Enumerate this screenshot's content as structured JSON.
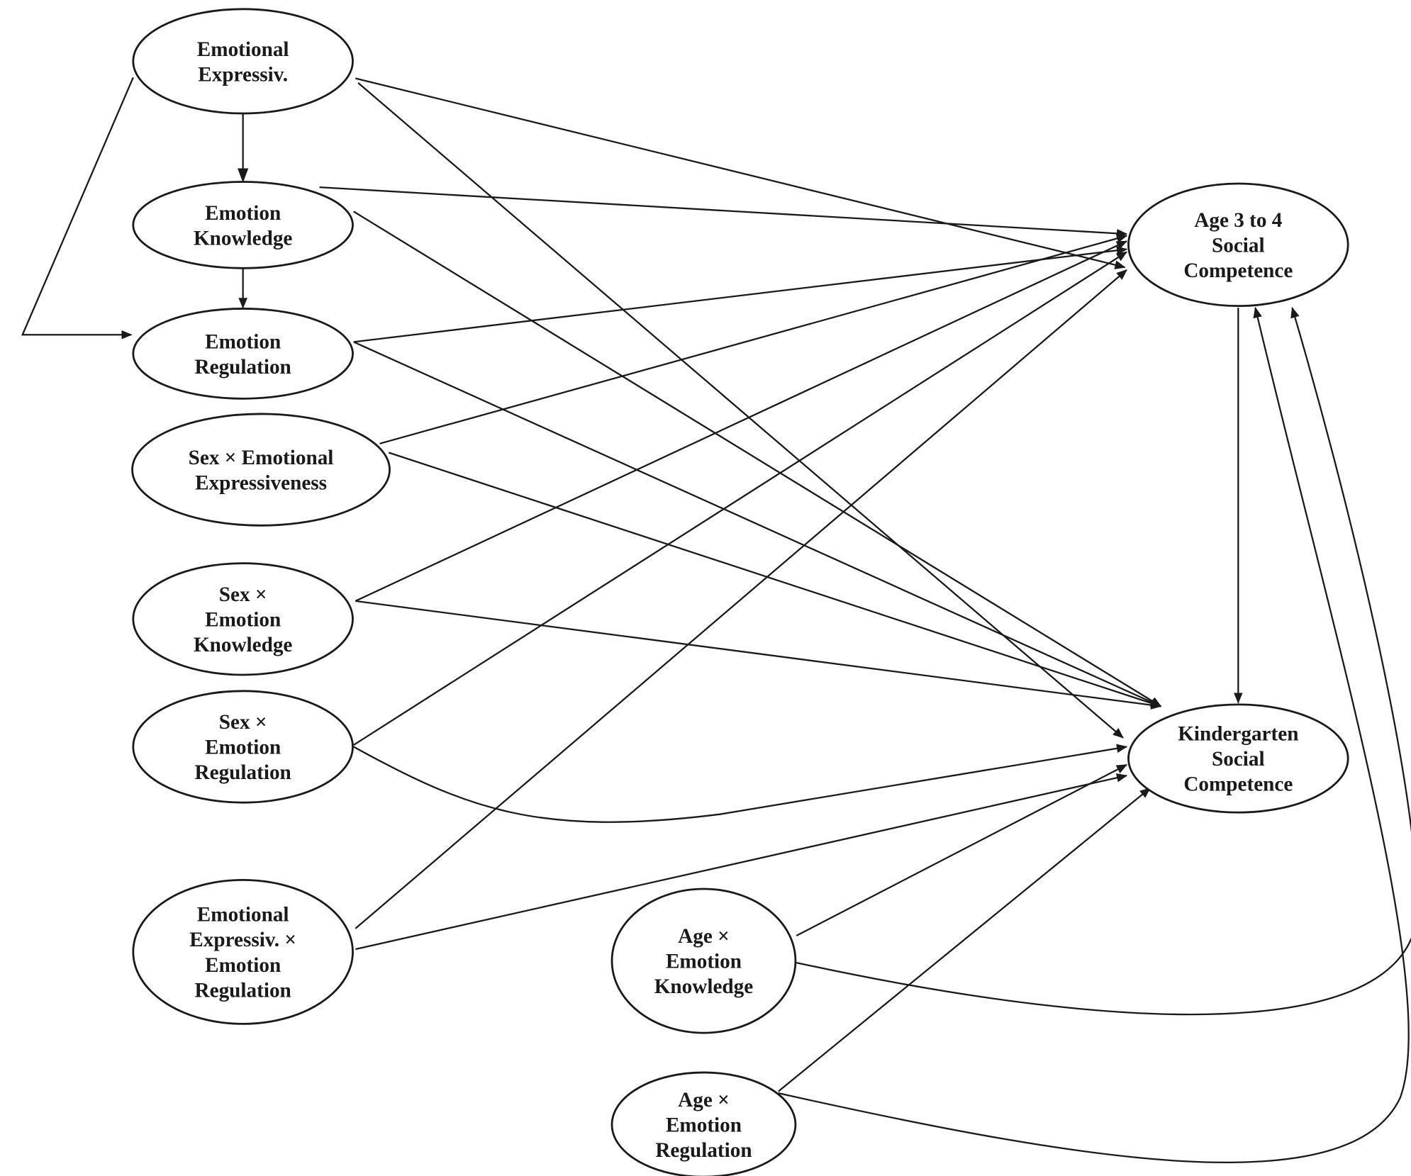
{
  "diagram": {
    "type": "path-model",
    "line_color": "#1a1a1a",
    "nodes": [
      {
        "id": "ee",
        "lines": [
          "Emotional",
          "Expressiv."
        ]
      },
      {
        "id": "ek",
        "lines": [
          "Emotion",
          "Knowledge"
        ]
      },
      {
        "id": "er",
        "lines": [
          "Emotion",
          "Regulation"
        ]
      },
      {
        "id": "sxee",
        "lines": [
          "Sex × Emotional",
          "Expressiveness"
        ]
      },
      {
        "id": "sxek",
        "lines": [
          "Sex ×",
          "Emotion",
          "Knowledge"
        ]
      },
      {
        "id": "sxer",
        "lines": [
          "Sex ×",
          "Emotion",
          "Regulation"
        ]
      },
      {
        "id": "eexer",
        "lines": [
          "Emotional",
          "Expressiv. ×",
          "Emotion",
          "Regulation"
        ]
      },
      {
        "id": "agexek",
        "lines": [
          "Age ×",
          "Emotion",
          "Knowledge"
        ]
      },
      {
        "id": "agexer",
        "lines": [
          "Age ×",
          "Emotion",
          "Regulation"
        ]
      },
      {
        "id": "a34",
        "lines": [
          "Age 3 to 4",
          "Social",
          "Competence"
        ]
      },
      {
        "id": "kg",
        "lines": [
          "Kindergarten",
          "Social",
          "Competence"
        ]
      }
    ],
    "edges": [
      {
        "from": "ee",
        "to": "ek"
      },
      {
        "from": "ek",
        "to": "er"
      },
      {
        "from": "ee",
        "to": "er"
      },
      {
        "from": "ee",
        "to": "a34"
      },
      {
        "from": "ee",
        "to": "kg"
      },
      {
        "from": "ek",
        "to": "a34"
      },
      {
        "from": "ek",
        "to": "kg"
      },
      {
        "from": "er",
        "to": "a34"
      },
      {
        "from": "er",
        "to": "kg"
      },
      {
        "from": "sxee",
        "to": "a34"
      },
      {
        "from": "sxee",
        "to": "kg"
      },
      {
        "from": "sxek",
        "to": "a34"
      },
      {
        "from": "sxek",
        "to": "kg"
      },
      {
        "from": "sxer",
        "to": "a34"
      },
      {
        "from": "sxer",
        "to": "kg"
      },
      {
        "from": "eexer",
        "to": "a34"
      },
      {
        "from": "eexer",
        "to": "kg"
      },
      {
        "from": "agexek",
        "to": "kg"
      },
      {
        "from": "agexek",
        "to": "a34"
      },
      {
        "from": "agexer",
        "to": "kg"
      },
      {
        "from": "agexer",
        "to": "a34"
      },
      {
        "from": "a34",
        "to": "kg"
      }
    ]
  }
}
